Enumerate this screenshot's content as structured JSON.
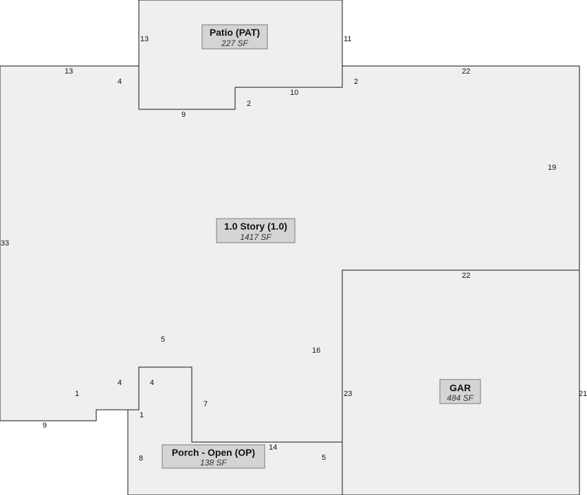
{
  "areas": {
    "main": {
      "name": "1.0 Story (1.0)",
      "sf": "1417 SF"
    },
    "patio": {
      "name": "Patio (PAT)",
      "sf": "227 SF"
    },
    "garage": {
      "name": "GAR",
      "sf": "484 SF"
    },
    "porch": {
      "name": "Porch - Open (OP)",
      "sf": "138 SF"
    }
  },
  "dimensions": {
    "patio": [
      "13",
      "11",
      "4",
      "10",
      "2",
      "9",
      "2"
    ],
    "main": [
      "13",
      "22",
      "19",
      "33",
      "5",
      "16",
      "4",
      "4",
      "1",
      "1",
      "9",
      "7",
      "14",
      "5"
    ],
    "garage": [
      "22",
      "23",
      "21"
    ],
    "porch": [
      "8"
    ]
  }
}
